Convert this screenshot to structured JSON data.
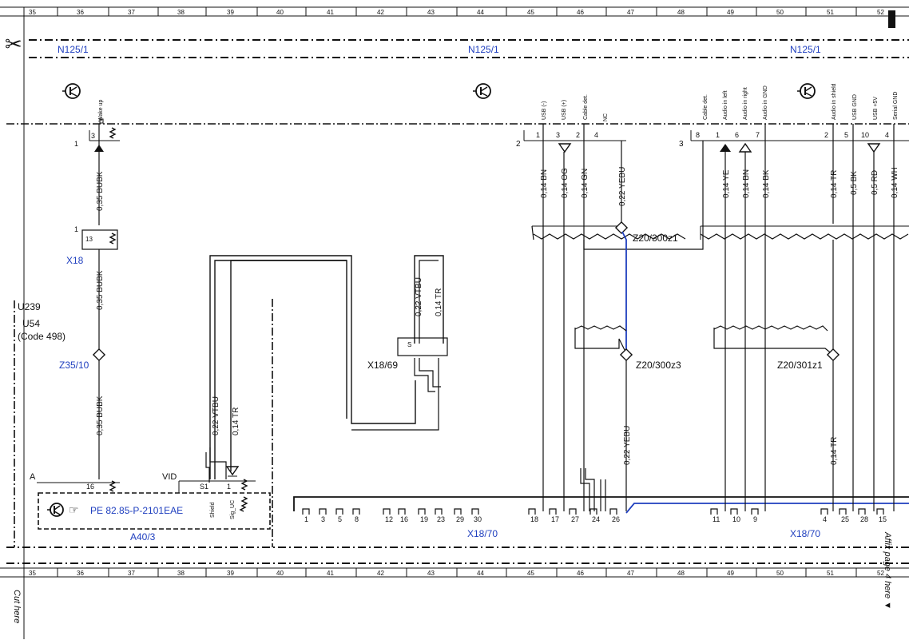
{
  "grid": {
    "columns": [
      "35",
      "36",
      "37",
      "38",
      "39",
      "40",
      "41",
      "42",
      "43",
      "44",
      "45",
      "46",
      "47",
      "48",
      "49",
      "50",
      "51",
      "52"
    ]
  },
  "components": {
    "n125_left": "N125/1",
    "n125_mid": "N125/1",
    "n125_right": "N125/1",
    "x18": "X18",
    "z35_10": "Z35/10",
    "u239": "U239",
    "u54": "U54",
    "code498": "(Code 498)",
    "a40_3": "A40/3",
    "pe_ref": "PE 82.85-P-2101EAE",
    "x18_69": "X18/69",
    "x18_70_mid": "X18/70",
    "x18_70_right": "X18/70",
    "z20_300z1": "Z20/300z1",
    "z20_300z3": "Z20/300z3",
    "z20_301z1": "Z20/301z1"
  },
  "pin_labels": {
    "wake_up": "Wake up",
    "usb_minus": "USB (-)",
    "usb_plus": "USB (+)",
    "cable_det_a": "Cable det.",
    "nc": "NC",
    "cable_det_b": "Cable det.",
    "audio_left": "Audio in left",
    "audio_right": "Audio in right",
    "audio_gnd": "Audio in GND",
    "audio_shield": "Audio in shield",
    "usb_gnd": "USB GND",
    "usb_5v": "USB +5V",
    "serial_gnd": "Serial GND",
    "shield": "Shield",
    "sig_uc": "Sig_UC"
  },
  "wires": {
    "w_bubk1": "0,35 BUBK",
    "w_bubk2": "0,35 BUBK",
    "w_bubk3": "0,35 BUBK",
    "w_vtbu_left": "0,22 VTBU",
    "w_tr_left": "0,14 TR",
    "w_vtbu_mid": "0,22 VTBU",
    "w_tr_mid": "0,14 TR",
    "w_bn1": "0,14 BN",
    "w_og": "0,14 OG",
    "w_gn": "0,14 GN",
    "w_yebu": "0,22 YEBU",
    "w_yebu2": "0,22 YEBU",
    "w_ye": "0,14 YE",
    "w_bn2": "0,14 BN",
    "w_bk": "0,14 BK",
    "w_tr_r1": "0,14 TR",
    "w_tr_r2": "0,14 TR",
    "w_05bk": "0,5 BK",
    "w_05rd": "0,5 RD",
    "w_wh": "0,14 WH"
  },
  "pins": {
    "p3a": "3",
    "p1a": "1",
    "p13": "13",
    "p1b": "1",
    "conn2": "2",
    "p1c": "1",
    "p3c": "3",
    "p2c": "2",
    "p4c": "4",
    "conn3": "3",
    "p8": "8",
    "p1d": "1",
    "p6": "6",
    "p7": "7",
    "p2d": "2",
    "p5": "5",
    "p10": "10",
    "p4d": "4",
    "p16": "16",
    "p_s1": "S1",
    "p1e": "1",
    "p_s": "S",
    "lbl_a": "A",
    "lbl_vid": "VID"
  },
  "x18_70_pins": [
    "1",
    "3",
    "5",
    "8",
    "12",
    "16",
    "19",
    "23",
    "29",
    "30",
    "18",
    "17",
    "27",
    "24",
    "26",
    "11",
    "10",
    "9",
    "4",
    "25",
    "28",
    "15"
  ],
  "margin_text": {
    "cut_here": "Cut here",
    "affix": "Affix page 4 here ▼"
  }
}
